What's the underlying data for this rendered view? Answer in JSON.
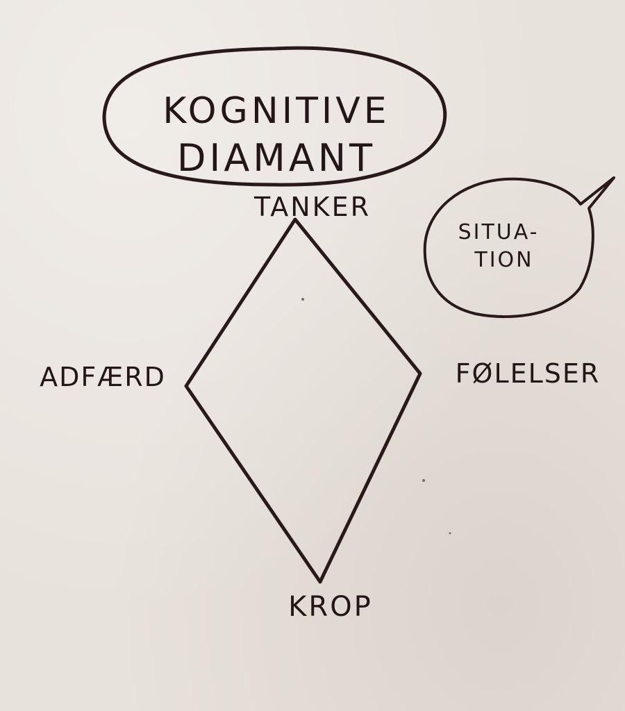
{
  "title": {
    "line1": "KOGNITIVE",
    "line2": "DIAMANT"
  },
  "nodes": {
    "top": "TANKER",
    "left": "ADFÆRD",
    "right": "FØLELSER",
    "bottom": "KROP"
  },
  "bubble": {
    "line1": "SITUA-",
    "line2": "TION"
  },
  "colors": {
    "ink": "#241617",
    "paper": "#e8e2dc"
  }
}
